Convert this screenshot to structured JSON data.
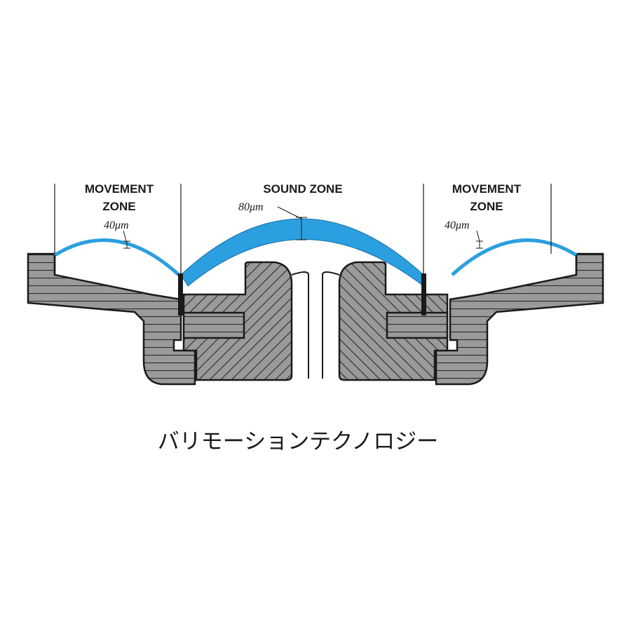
{
  "labels": {
    "left_zone_line1": "MOVEMENT",
    "left_zone_line2": "ZONE",
    "center_zone": "SOUND ZONE",
    "right_zone_line1": "MOVEMENT",
    "right_zone_line2": "ZONE",
    "left_thickness": "40μm",
    "center_thickness": "80μm",
    "right_thickness": "40μm"
  },
  "caption": "バリモーションテクノロジー",
  "colors": {
    "diaphragm": "#2b9fe0",
    "structure_fill": "#9a9a9a",
    "hatch": "#2a2a2a",
    "outline": "#1a1a1a"
  }
}
